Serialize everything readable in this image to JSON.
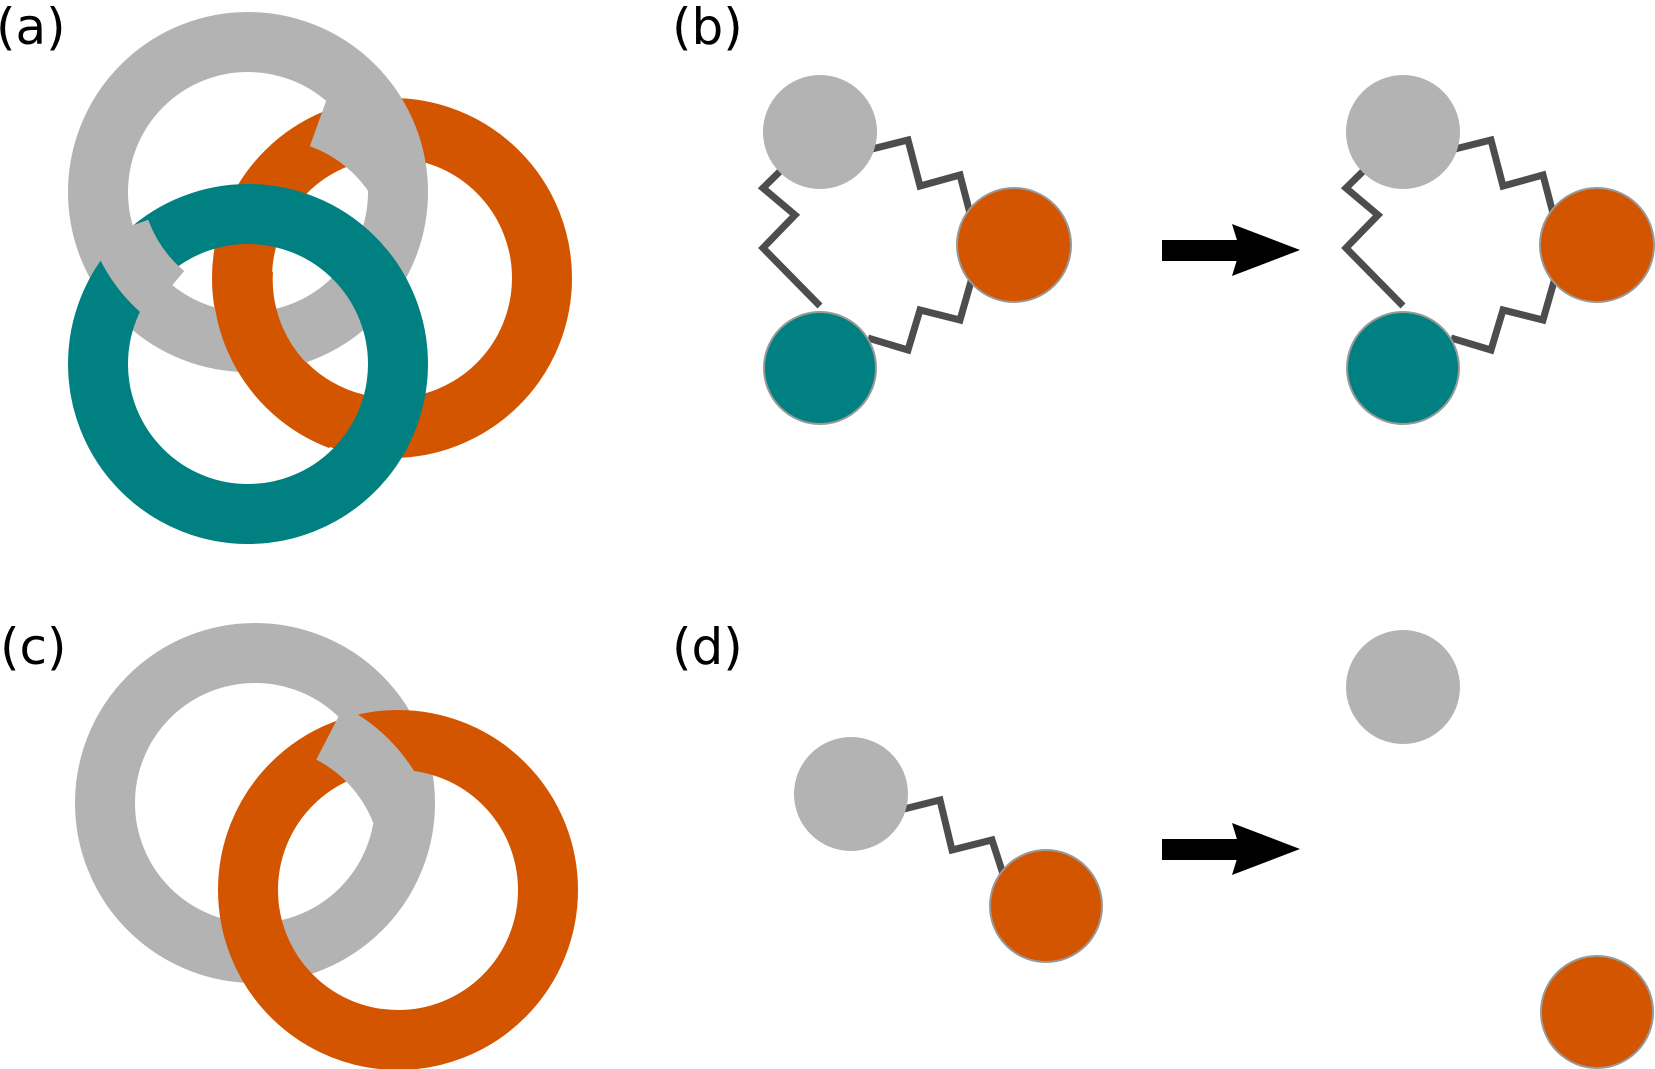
{
  "panels": {
    "a": {
      "label": "(a)"
    },
    "b": {
      "label": "(b)"
    },
    "c": {
      "label": "(c)"
    },
    "d": {
      "label": "(d)"
    }
  },
  "colors": {
    "gray": "#b3b3b3",
    "orange": "#d45500",
    "teal": "#008080",
    "spring": "#4d4d4d",
    "arrow": "#000000"
  }
}
